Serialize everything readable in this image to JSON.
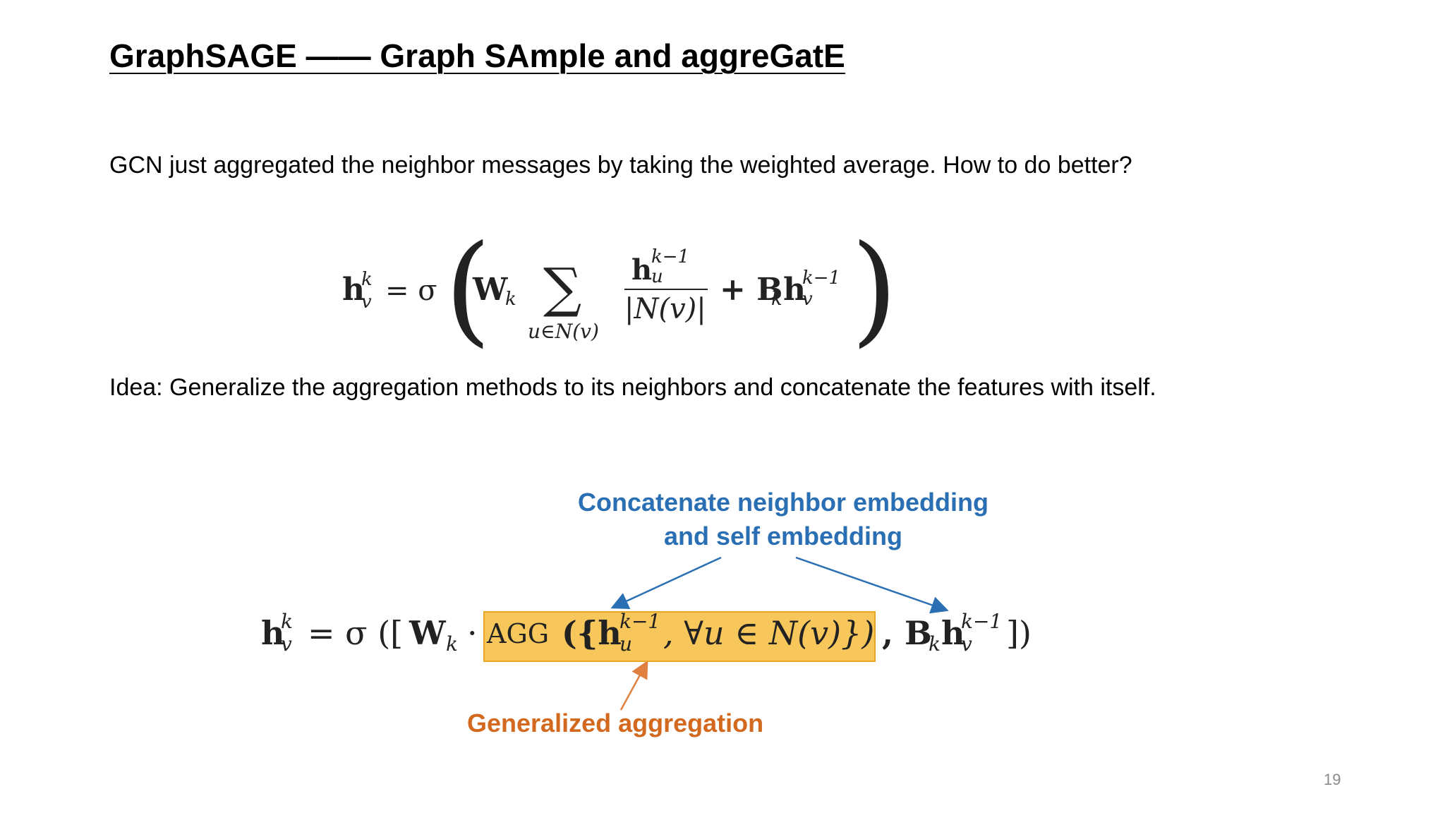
{
  "slide": {
    "title": "GraphSAGE —— Graph SAmple and aggreGatE",
    "intro": "GCN just aggregated the neighbor messages by taking the weighted average. How to do better?",
    "idea": "Idea:  Generalize the aggregation methods to its neighbors and concatenate the features with itself.",
    "page_number": "19"
  },
  "equation1": {
    "h": "h",
    "eq_sigma": "= σ",
    "W": "W",
    "sum": "∑",
    "sum_sub": "u∈N(v)",
    "frac_num_h": "h",
    "frac_den": "|N(v)|",
    "plus_B": "+ B",
    "k": "k",
    "k_minus_1": "k−1",
    "u": "u",
    "v": "v"
  },
  "equation2": {
    "lhs": "h",
    "eq_sigma": "= σ ([",
    "W": "W",
    "dot": "·",
    "agg": "AGG",
    "agg_inner": "({h",
    "forall": ", ∀u ∈ N(v)})",
    "comma_B": ", B",
    "close": "])",
    "k": "k",
    "k_minus_1": "k−1",
    "u": "u",
    "v": "v"
  },
  "annotations": {
    "concat_line1": "Concatenate neighbor embedding",
    "concat_line2": "and self embedding",
    "generalized": "Generalized aggregation"
  },
  "colors": {
    "blue": "#2a6fb3",
    "orange": "#d2691e",
    "highlight": "#f8c75c"
  }
}
